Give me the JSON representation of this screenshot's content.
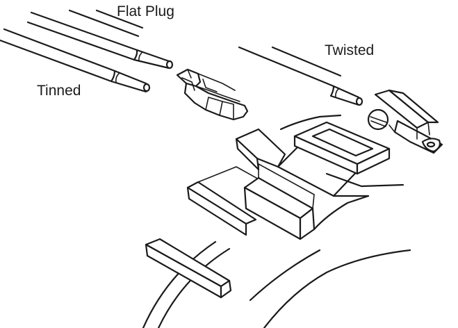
{
  "diagram": {
    "labels": {
      "flat_plug": "Flat Plug",
      "twisted": "Twisted",
      "tinned": "Tinned"
    },
    "stroke_color": "#1a1a1a",
    "background_color": "#ffffff"
  }
}
